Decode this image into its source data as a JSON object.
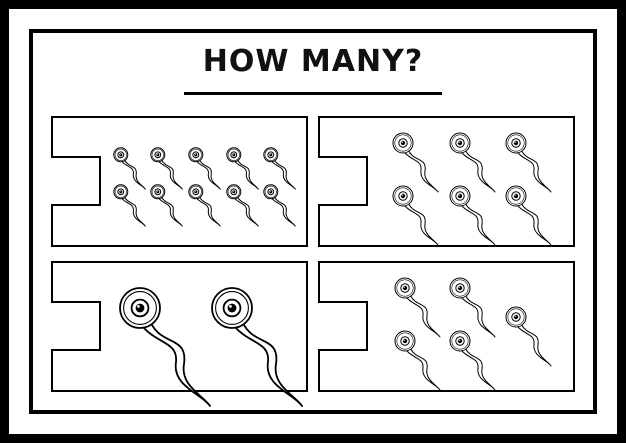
{
  "worksheet": {
    "title": "HOW MANY?",
    "panels": [
      {
        "position": "top-left",
        "item": "eyeball-with-tail",
        "count": 10
      },
      {
        "position": "top-right",
        "item": "eyeball-with-tail",
        "count": 6
      },
      {
        "position": "bottom-left",
        "item": "eyeball-with-tail",
        "count": 2
      },
      {
        "position": "bottom-right",
        "item": "eyeball-with-tail",
        "count": 5
      }
    ]
  },
  "colors": {
    "ink": "#000000",
    "paper": "#ffffff"
  }
}
